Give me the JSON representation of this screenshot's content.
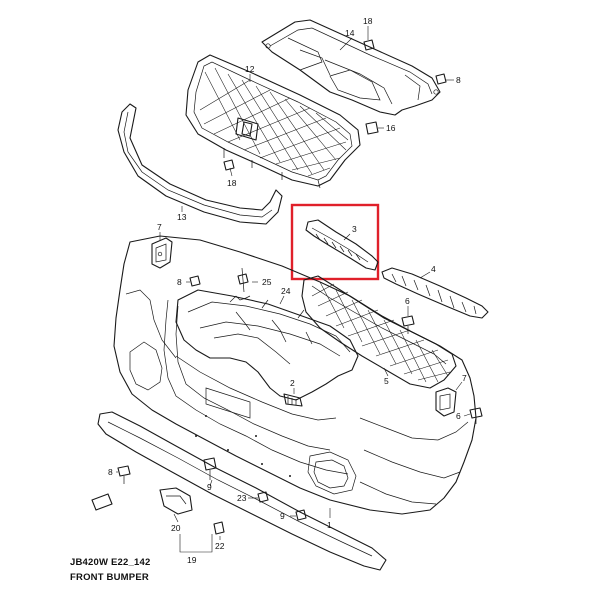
{
  "diagram": {
    "code": "JB420W E22_142",
    "title": "FRONT BUMPER",
    "callouts": [
      {
        "id": "c18a",
        "text": "18"
      },
      {
        "id": "c14",
        "text": "14"
      },
      {
        "id": "c8a",
        "text": "8"
      },
      {
        "id": "c12",
        "text": "12"
      },
      {
        "id": "c16",
        "text": "16"
      },
      {
        "id": "c18b",
        "text": "18"
      },
      {
        "id": "c13",
        "text": "13"
      },
      {
        "id": "c3",
        "text": "3"
      },
      {
        "id": "c7a",
        "text": "7"
      },
      {
        "id": "c4",
        "text": "4"
      },
      {
        "id": "c8b",
        "text": "8"
      },
      {
        "id": "c25",
        "text": "25"
      },
      {
        "id": "c24",
        "text": "24"
      },
      {
        "id": "c6a",
        "text": "6"
      },
      {
        "id": "c5",
        "text": "5"
      },
      {
        "id": "c2",
        "text": "2"
      },
      {
        "id": "c7b",
        "text": "7"
      },
      {
        "id": "c6b",
        "text": "6"
      },
      {
        "id": "c8c",
        "text": "8"
      },
      {
        "id": "c9a",
        "text": "9"
      },
      {
        "id": "c23",
        "text": "23"
      },
      {
        "id": "c9b",
        "text": "9"
      },
      {
        "id": "c1",
        "text": "1"
      },
      {
        "id": "c20",
        "text": "20"
      },
      {
        "id": "c22",
        "text": "22"
      },
      {
        "id": "c19",
        "text": "19"
      }
    ],
    "highlight_color": "#e0202a"
  }
}
